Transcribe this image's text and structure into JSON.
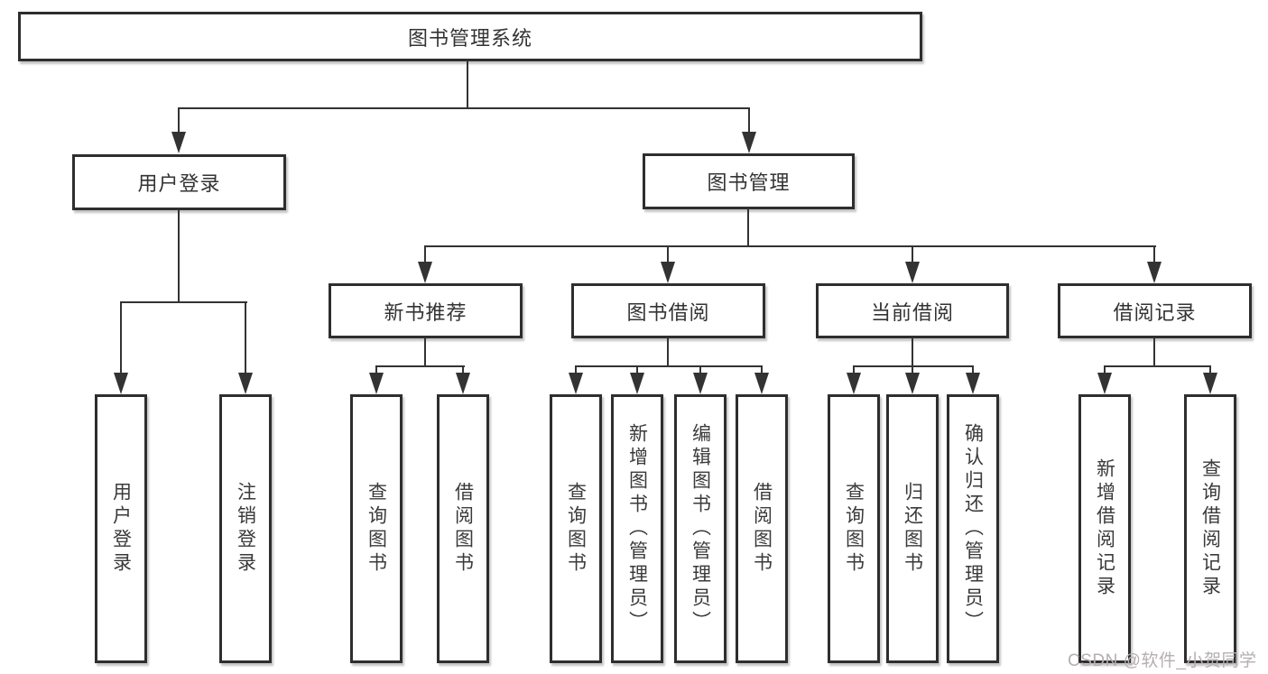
{
  "tree": {
    "root": "图书管理系统",
    "branches": [
      {
        "label": "用户登录",
        "children": [
          "用户登录",
          "注销登录"
        ]
      },
      {
        "label": "图书管理",
        "groups": [
          {
            "label": "新书推荐",
            "children": [
              "查询图书",
              "借阅图书"
            ]
          },
          {
            "label": "图书借阅",
            "children": [
              "查询图书",
              "新增图书（管理员）",
              "编辑图书（管理员）",
              "借阅图书"
            ]
          },
          {
            "label": "当前借阅",
            "children": [
              "查询图书",
              "归还图书",
              "确认归还（管理员）"
            ]
          },
          {
            "label": "借阅记录",
            "children": [
              "新增借阅记录",
              "查询借阅记录"
            ]
          }
        ]
      }
    ]
  },
  "watermark": "CSDN @软件_小贺同学",
  "colors": {
    "line": "#333333",
    "border": "#2e2e2e",
    "text": "#333333",
    "watermark": "#b6aeae"
  }
}
